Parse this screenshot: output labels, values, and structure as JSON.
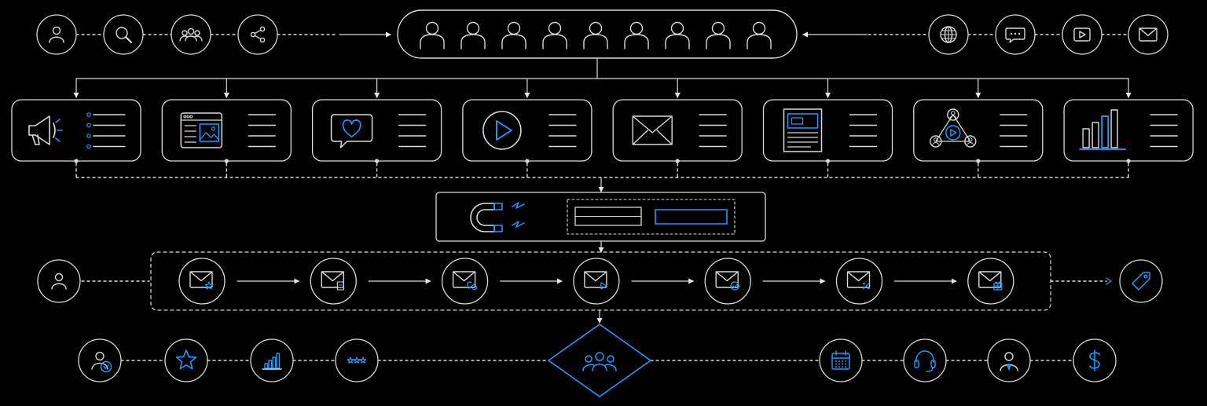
{
  "colors": {
    "background": "#000000",
    "line": "#d9d9d9",
    "accent": "#1e9bff"
  },
  "top_row": {
    "left_icons": [
      "user-icon",
      "search-icon",
      "group-icon",
      "share-icon"
    ],
    "audience_pill": {
      "people_count": 9,
      "icon": "person-outline-icon"
    },
    "right_icons": [
      "globe-icon",
      "chat-bubble-icon",
      "video-play-icon",
      "mail-icon"
    ]
  },
  "channel_cards": [
    {
      "icon": "megaphone-icon",
      "list_style": "bulleted"
    },
    {
      "icon": "web-page-icon",
      "list_style": "lines"
    },
    {
      "icon": "heart-chat-icon",
      "list_style": "lines"
    },
    {
      "icon": "play-circle-icon",
      "list_style": "lines"
    },
    {
      "icon": "envelope-icon",
      "list_style": "lines"
    },
    {
      "icon": "newsletter-icon",
      "list_style": "lines"
    },
    {
      "icon": "network-video-icon",
      "list_style": "lines"
    },
    {
      "icon": "bar-chart-icon",
      "list_style": "lines"
    }
  ],
  "lead_magnet": {
    "icon": "magnet-icon",
    "form_fields": [
      "field-1",
      "submit-field"
    ]
  },
  "email_sequence": {
    "start_icon": "user-icon",
    "steps": [
      {
        "icon": "mail-star-icon"
      },
      {
        "icon": "mail-document-icon"
      },
      {
        "icon": "mail-link-icon"
      },
      {
        "icon": "mail-play-icon"
      },
      {
        "icon": "mail-check-icon"
      },
      {
        "icon": "mail-percent-icon"
      },
      {
        "icon": "mail-gift-icon"
      }
    ],
    "end_icon": "tag-icon"
  },
  "bottom_row": {
    "left_icons": [
      "user-check-icon",
      "star-icon",
      "bar-chart-icon",
      "rating-stars-icon"
    ],
    "center_icon": "community-diamond-icon",
    "right_icons": [
      "calendar-icon",
      "headset-icon",
      "advisor-icon",
      "dollar-icon"
    ]
  }
}
